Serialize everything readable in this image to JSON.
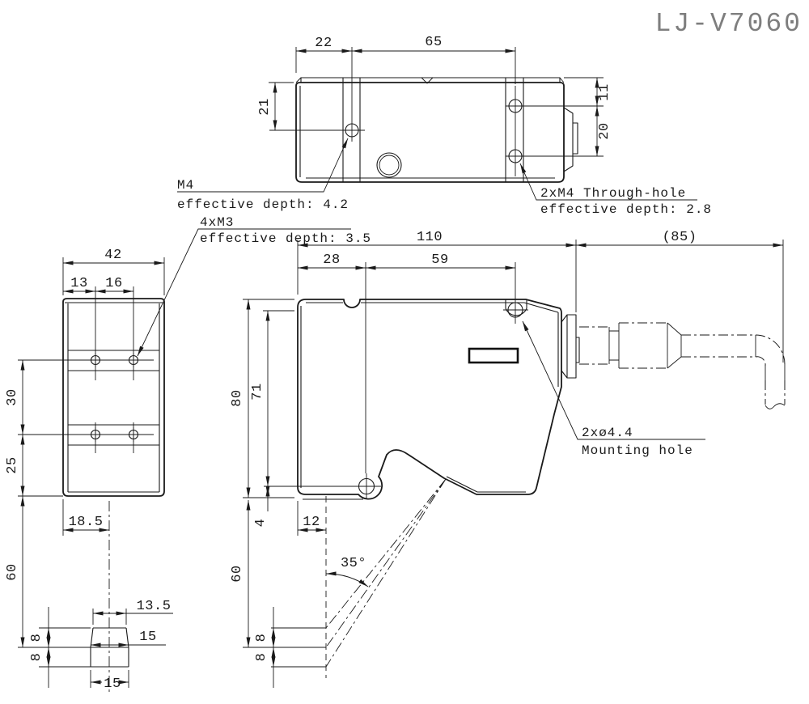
{
  "title": "LJ-V7060",
  "colors": {
    "line": "#1a1a1a",
    "title_gray": "#7e7e7e",
    "background": "#ffffff"
  },
  "top_view": {
    "dim_22": "22",
    "dim_65": "65",
    "dim_21": "21",
    "dim_11": "11",
    "dim_20": "20",
    "label_m4": "M4",
    "label_m4_depth": "effective depth: 4.2",
    "label_2xm4": "2xM4 Through-hole",
    "label_2xm4_depth": "effective depth: 2.8"
  },
  "side_view": {
    "dim_42": "42",
    "dim_13": "13",
    "dim_16": "16",
    "dim_30": "30",
    "dim_25": "25",
    "dim_60": "60",
    "dim_18_5": "18.5",
    "dim_13_5": "13.5",
    "dim_15_mid": "15",
    "dim_15_bot": "15",
    "dim_8_near": "8",
    "dim_8_far": "8",
    "label_4xm3": "4xM3",
    "label_4xm3_depth": "effective depth: 3.5"
  },
  "front_view": {
    "dim_110": "110",
    "dim_85": "(85)",
    "dim_28": "28",
    "dim_59": "59",
    "dim_80": "80",
    "dim_71": "71",
    "dim_4": "4",
    "dim_12": "12",
    "dim_60": "60",
    "dim_8_near": "8",
    "dim_8_far": "8",
    "dim_angle": "35°",
    "label_hole_count": "2xø4.4",
    "label_hole_name": "Mounting hole"
  }
}
